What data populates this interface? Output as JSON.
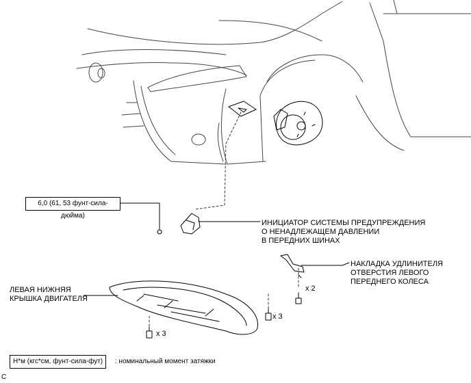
{
  "torque_spec": "6,0 (61, 53 фунт-сила-дюйма)",
  "callouts": {
    "tpms_initiator": "ИНИЦИАТОР СИСТЕМЫ ПРЕДУПРЕЖДЕНИЯ\nО НЕНАДЛЕЖАЩЕМ ДАВЛЕНИИ\nВ ПЕРЕДНИХ ШИНАХ",
    "wheel_opening_extension_pad": "НАКЛАДКА УДЛИНИТЕЛЯ\nОТВЕРСТИЯ ЛЕВОГО\nПЕРЕДНЕГО КОЛЕСА",
    "engine_under_cover": "ЛЕВАЯ НИЖНЯЯ\nКРЫШКА ДВИГАТЕЛЯ"
  },
  "quantities": {
    "pad_screws": "x 2",
    "cover_right_screws": "x 3",
    "cover_bottom_screws": "x 3"
  },
  "legend": {
    "symbol": "Н*м (кгс*см, фунт-сила-фут)",
    "description": ": номинальный момент затяжки"
  },
  "corner_mark": "C"
}
